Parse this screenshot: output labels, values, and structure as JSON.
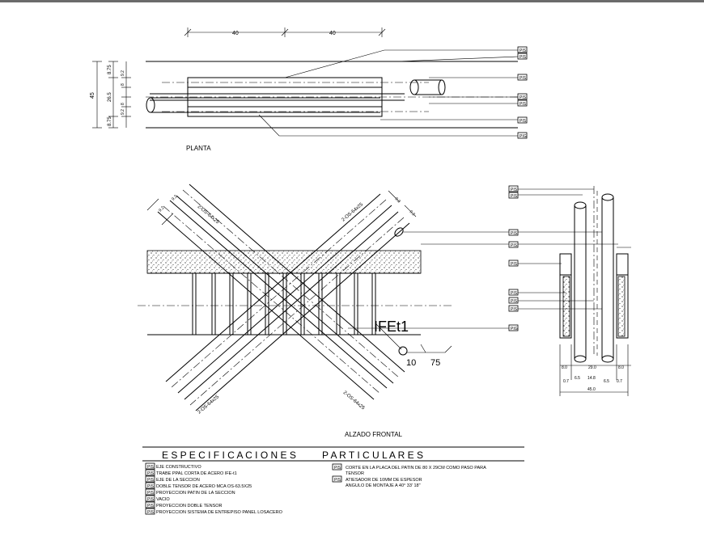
{
  "drawing": {
    "plan": {
      "title": "PLANTA",
      "dim_top_left": "40",
      "dim_top_right": "40",
      "dim_left_total": "45",
      "dim_left_parts": [
        "8.75",
        "26.5",
        "8.75"
      ],
      "dim_left_inner": [
        "9.2",
        "8",
        "8",
        "9.2"
      ]
    },
    "elevation": {
      "title": "ALZADO FRONTAL",
      "tensor_label": "2-OS-64x25",
      "side_dim": "9.2",
      "beam_label": "IFEt1",
      "weld_size": "10",
      "weld_length": "75"
    },
    "section": {
      "dims_bottom": [
        "8.0",
        "29.0",
        "8.0"
      ],
      "dims_sub": [
        "0.7",
        "6.5",
        "14.8",
        "6.5",
        "0.7"
      ],
      "dim_total": "45.0"
    },
    "tag_text": "PIS",
    "tag_text_alt": "PIG",
    "specs": {
      "title_left": "E S P E C I F I C A C I O N E S",
      "title_right": "P A R T I C U L A R E S",
      "left_items": [
        "EJE CONSTRUCTIVO",
        "TRABE PPAL CORTA DE ACERO IFE-t1",
        "EJE DE LA SECCION",
        "DOBLE TENSOR DE ACERO  MCA OS-63.5X25",
        "PROYECCION PATIN DE LA SECCION",
        "VACIO",
        "PROYECCION DOBLE TENSOR",
        "PROYECCION SISTEMA DE ENTREPISO PANEL LOSACERO"
      ],
      "right_items": [
        {
          "text": "CORTE EN LA PLACA DEL PATIN DE 80 X 29CM COMO PASO PARA",
          "cont": "TENSOR"
        },
        {
          "text": "ATIESADOR DE 10MM DE ESPESOR",
          "cont": "ANGULO DE MONTAJE A 40° 33' 18\""
        }
      ]
    }
  }
}
